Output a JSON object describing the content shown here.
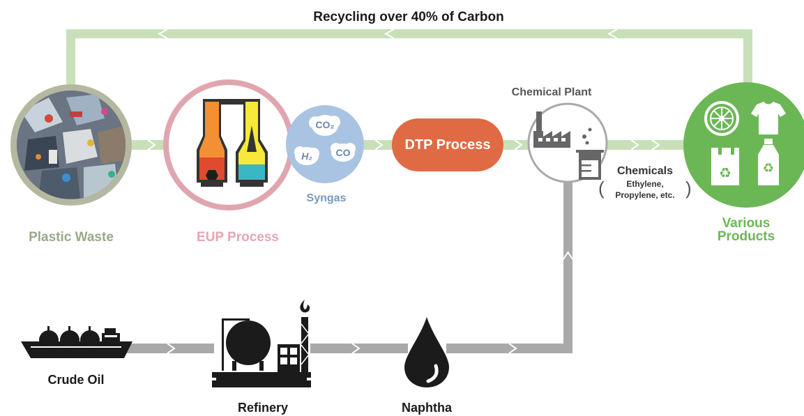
{
  "title": "Recycling over 40% of Carbon",
  "colors": {
    "recycle_flow": "#c8e0b9",
    "fossil_flow": "#a9a9a9",
    "plastic_ring": "#b4b8a0",
    "eup_ring": "#e0a6b0",
    "syngas_circle": "#a9c4e2",
    "dtp_pill": "#e06a43",
    "products_circle": "#6cb755",
    "plastic_label": "#9aa88a",
    "eup_label": "#e7a4b1",
    "syngas_label": "#7a97bd",
    "products_label": "#6cb755",
    "dark_text": "#1b1b1b",
    "grey_text": "#555555"
  },
  "nodes": {
    "plastic_waste": {
      "label": "Plastic Waste",
      "icon": "plastic-waste-photo"
    },
    "eup_process": {
      "label": "EUP Process",
      "icon": "gasifier-furnace-icon"
    },
    "syngas": {
      "label": "Syngas",
      "molecules": [
        "CO₂",
        "H₂",
        "CO"
      ]
    },
    "dtp_process": {
      "label": "DTP Process"
    },
    "chemical_plant": {
      "label": "Chemical Plant",
      "icon": "factory-beaker-icon"
    },
    "chemicals": {
      "label": "Chemicals",
      "detail_line1": "Ethylene,",
      "detail_line2": "Propylene, etc."
    },
    "various_products": {
      "label_line1": "Various",
      "label_line2": "Products",
      "icons": [
        "tire-icon",
        "shirt-icon",
        "recycle-bag-icon",
        "recycle-bottle-icon"
      ]
    },
    "crude_oil": {
      "label": "Crude Oil",
      "icon": "tanker-ship-icon"
    },
    "refinery": {
      "label": "Refinery",
      "icon": "refinery-icon"
    },
    "naphtha": {
      "label": "Naphtha",
      "icon": "oil-drop-icon"
    }
  }
}
